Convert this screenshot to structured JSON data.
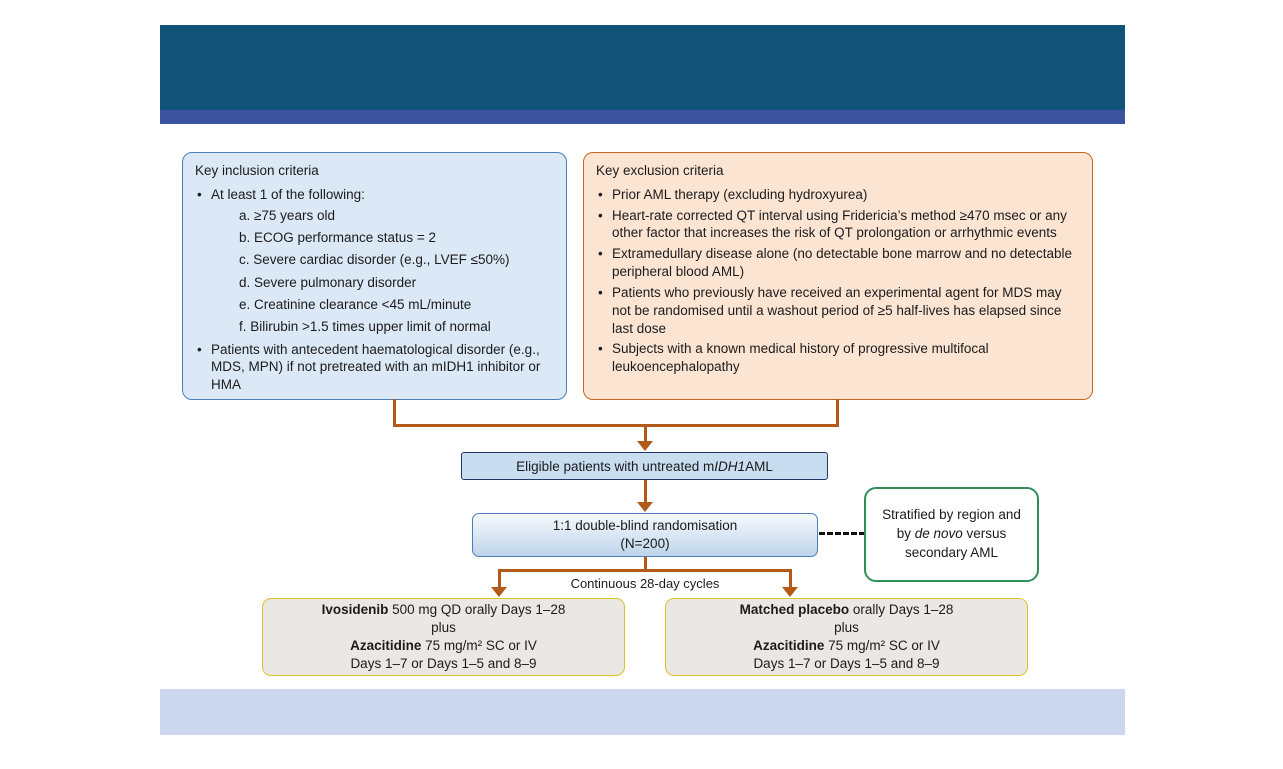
{
  "inclusion": {
    "title": "Key inclusion criteria",
    "bullet1": "At least 1 of the following:",
    "sub_items": [
      "a. ≥75 years old",
      "b. ECOG performance status = 2",
      "c. Severe cardiac disorder (e.g., LVEF ≤50%)",
      "d. Severe pulmonary disorder",
      "e. Creatinine clearance <45 mL/minute",
      "f. Bilirubin >1.5 times upper limit of normal"
    ],
    "bullet2": "Patients with antecedent haematological disorder (e.g., MDS, MPN) if not pretreated with an mIDH1 inhibitor or HMA"
  },
  "exclusion": {
    "title": "Key exclusion criteria",
    "bullets": [
      "Prior AML therapy (excluding hydroxyurea)",
      "Heart-rate corrected QT interval using Fridericia’s method ≥470 msec or any other factor that increases the risk of QT prolongation or arrhythmic events",
      "Extramedullary disease alone (no detectable bone marrow and no detectable peripheral blood AML)",
      "Patients who previously have received an experimental agent for MDS may not be randomised until a washout period of ≥5 half-lives has elapsed since last dose",
      "Subjects with a known medical history of progressive multifocal leukoencephalopathy"
    ]
  },
  "eligible": {
    "pre": "Eligible patients with untreated m",
    "gene": "IDH1",
    "post": " AML"
  },
  "randomisation": {
    "line1": "1:1 double-blind randomisation",
    "line2": "(N=200)"
  },
  "stratified": {
    "pre": "Stratified by region and by ",
    "italic": "de novo",
    "post": " versus secondary AML"
  },
  "cycles_label": "Continuous 28-day cycles",
  "arm_left": {
    "line1_bold": "Ivosidenib",
    "line1_rest": " 500 mg QD orally Days 1–28",
    "line2": "plus",
    "line3_bold": "Azacitidine",
    "line3_rest": " 75 mg/m² SC or IV",
    "line4": "Days 1–7 or Days 1–5 and 8–9"
  },
  "arm_right": {
    "line1_bold": "Matched placebo",
    "line1_rest": " orally Days 1–28",
    "line2": "plus",
    "line3_bold": "Azacitidine",
    "line3_rest": " 75 mg/m² SC or IV",
    "line4": "Days 1–7 or Days 1–5 and 8–9"
  },
  "colors": {
    "header_bar": "#115379",
    "header_strip": "#3c53a0",
    "footer_bar": "#ccd7ef",
    "arrow": "#b35a1a",
    "inclusion_fill": "#dbe8f6",
    "inclusion_border": "#4a7ebb",
    "exclusion_fill": "#fce4d3",
    "exclusion_border": "#c9651c",
    "eligible_fill": "#c9ddf0",
    "stratified_border": "#2e8f5b",
    "arm_fill": "#e9e8e5",
    "arm_border": "#ddc327"
  }
}
